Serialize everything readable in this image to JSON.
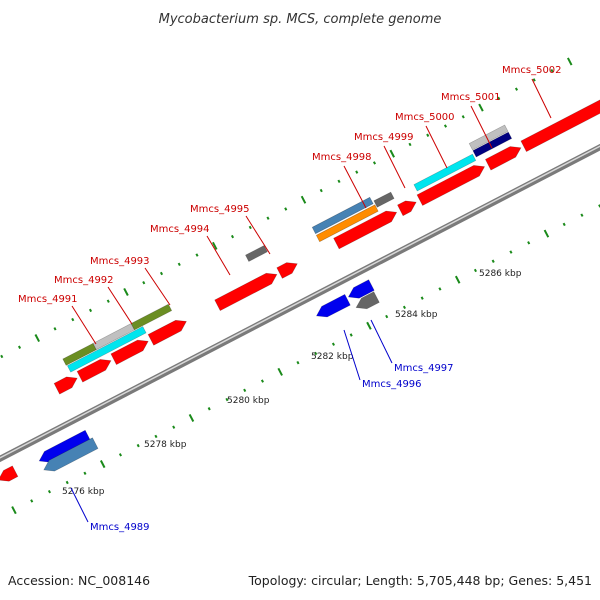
{
  "title": "Mycobacterium sp. MCS, complete genome",
  "footer": {
    "accession": "Accession: NC_008146",
    "summary": "Topology: circular; Length: 5,705,448 bp; Genes: 5,451"
  },
  "scale_labels": [
    "5276 kbp",
    "5278 kbp",
    "5280 kbp",
    "5282 kbp",
    "5284 kbp",
    "5286 kbp"
  ],
  "genes": [
    {
      "label": "Mmcs_4989",
      "strand": "-"
    },
    {
      "label": "Mmcs_4991",
      "strand": "+"
    },
    {
      "label": "Mmcs_4992",
      "strand": "+"
    },
    {
      "label": "Mmcs_4993",
      "strand": "+"
    },
    {
      "label": "Mmcs_4994",
      "strand": "+"
    },
    {
      "label": "Mmcs_4995",
      "strand": "+"
    },
    {
      "label": "Mmcs_4996",
      "strand": "-"
    },
    {
      "label": "Mmcs_4997",
      "strand": "-"
    },
    {
      "label": "Mmcs_4998",
      "strand": "+"
    },
    {
      "label": "Mmcs_4999",
      "strand": "+"
    },
    {
      "label": "Mmcs_5000",
      "strand": "+"
    },
    {
      "label": "Mmcs_5001",
      "strand": "+"
    },
    {
      "label": "Mmcs_5002",
      "strand": "+"
    }
  ],
  "colors": {
    "forward_label": "#cc0000",
    "reverse_label": "#0000cc",
    "cds": "#ff0000",
    "reverse_cds": "#0000ee",
    "backbone": "#888888",
    "tick": "#1a8a1a",
    "pseudo": "#666666",
    "cyan": "#00e5ee",
    "olive": "#6b8e23",
    "orange": "#ff8c00",
    "steel": "#4682b4",
    "navy": "#000080",
    "silver": "#c0c0c0"
  }
}
